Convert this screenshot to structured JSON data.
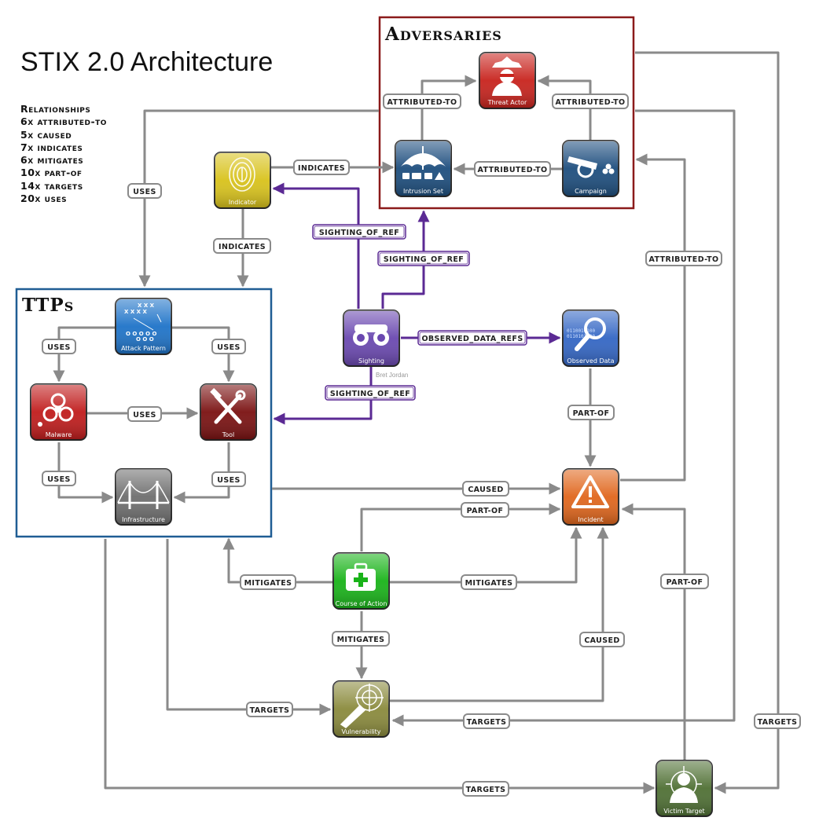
{
  "title": "STIX 2.0 Architecture",
  "relationships": {
    "heading": "Relationships",
    "items": [
      "6x attributed-to",
      "5x caused",
      "7x indicates",
      "6x mitigates",
      "10x part-of",
      "14x targets",
      "20x uses"
    ]
  },
  "groups": {
    "adversaries": "Adversaries",
    "ttps": "TTPs"
  },
  "nodes": {
    "threat_actor": "Threat Actor",
    "intrusion_set": "Intrusion Set",
    "campaign": "Campaign",
    "indicator": "Indicator",
    "attack_pattern": "Attack Pattern",
    "malware": "Malware",
    "tool": "Tool",
    "infrastructure": "Infrastructure",
    "sighting": "Sighting",
    "observed_data": "Observed Data",
    "incident": "Incident",
    "course_of_action": "Course of Action",
    "vulnerability": "Vulnerability",
    "victim_target": "Victim Target"
  },
  "credit": "Bret Jordan",
  "edge_labels": {
    "is_ta_attributed": "ATTRIBUTED-TO",
    "camp_ta_attributed": "ATTRIBUTED-TO",
    "camp_is_attributed": "ATTRIBUTED-TO",
    "ind_is_indicates": "INDICATES",
    "ind_ttp_indicates": "INDICATES",
    "adv_ttp_uses": "USES",
    "sight_ind": "SIGHTING_OF_REF",
    "sight_adv": "SIGHTING_OF_REF",
    "sight_obs": "OBSERVED_DATA_REFS",
    "sight_ttp": "SIGHTING_OF_REF",
    "ap_mal_uses": "USES",
    "ap_tool_uses": "USES",
    "mal_tool_uses": "USES",
    "mal_infra_uses": "USES",
    "tool_infra_uses": "USES",
    "inc_adv_attributed": "ATTRIBUTED-TO",
    "obs_inc_partof": "PART-OF",
    "ttp_inc_caused": "CAUSED",
    "coa_inc_partof": "PART-OF",
    "coa_ttp_mitigates": "MITIGATES",
    "coa_inc_mitigates": "MITIGATES",
    "coa_vul_mitigates": "MITIGATES",
    "vul_inc_caused": "CAUSED",
    "vic_inc_partof": "PART-OF",
    "ttp_vul_targets": "TARGETS",
    "adv_vul_targets": "TARGETS",
    "adv_vic_targets": "TARGETS",
    "ttp_vic_targets": "TARGETS"
  },
  "colors": {
    "edge_gray": "#8a8a8a",
    "sighting_purple": "#5b2a94",
    "adversaries_border": "#8b1a1a",
    "ttps_border": "#1f5d94",
    "threat_actor": "#c8231d",
    "intrusion_set": "#1d4e7e",
    "campaign": "#1d4e7e",
    "indicator": "#d8c21b",
    "attack_pattern": "#1e73c8",
    "malware": "#c01c1c",
    "tool": "#7a1111",
    "infrastructure": "#6e6e6e",
    "sighting": "#6a48b0",
    "observed_data": "#3366c4",
    "incident": "#e0661c",
    "course_of_action": "#19b319",
    "vulnerability": "#8a8a3c",
    "victim_target": "#4f7034"
  },
  "icons": {
    "threat_actor": "hooded-hacker-icon",
    "intrusion_set": "umbrella-icon",
    "campaign": "cannon-icon",
    "indicator": "fingerprint-icon",
    "attack_pattern": "play-diagram-icon",
    "malware": "biohazard-icon",
    "tool": "hammer-wrench-icon",
    "infrastructure": "bridge-icon",
    "sighting": "binoculars-icon",
    "observed_data": "magnifier-icon",
    "incident": "warning-triangle-icon",
    "course_of_action": "first-aid-kit-icon",
    "vulnerability": "radar-icon",
    "victim_target": "crosshair-person-icon"
  }
}
